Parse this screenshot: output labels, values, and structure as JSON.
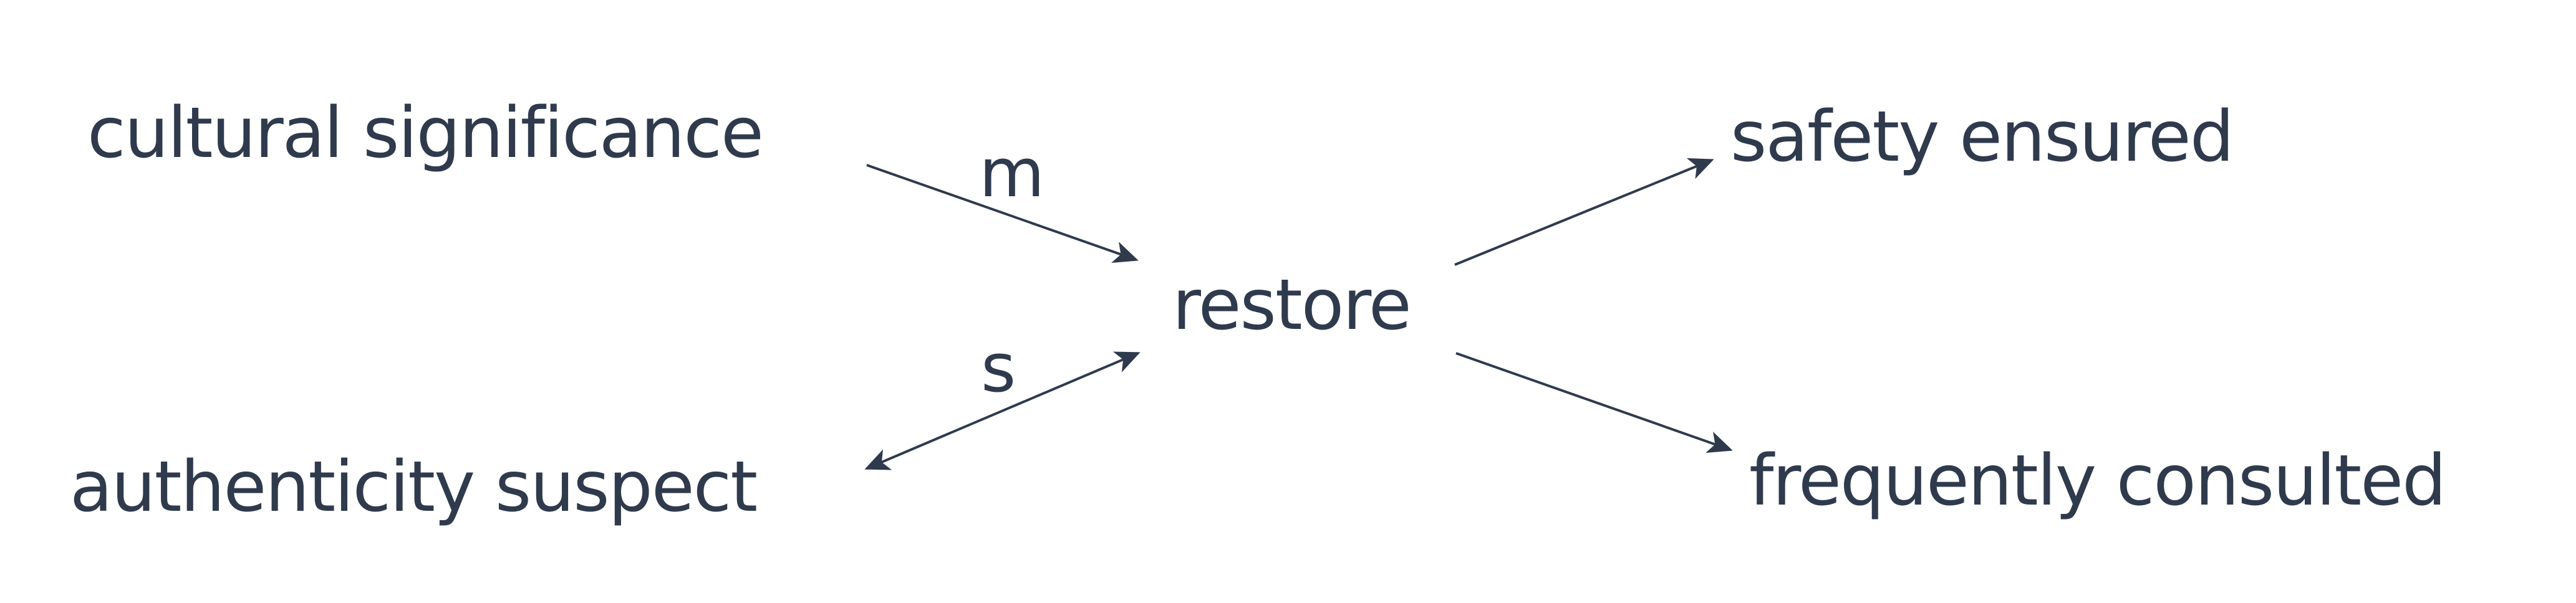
{
  "colors": {
    "text": "#2f3a4d",
    "edge": "#2f3a4d",
    "background": "#ffffff"
  },
  "nodes": {
    "cultural_significance": "cultural significance",
    "authenticity_suspect": "authenticity suspect",
    "restore": "restore",
    "safety_ensured": "safety ensured",
    "frequently_consulted": "frequently consulted"
  },
  "edges": [
    {
      "from": "cultural_significance",
      "to": "restore",
      "label": "m",
      "bidirectional": false
    },
    {
      "from": "authenticity_suspect",
      "to": "restore",
      "label": "s",
      "bidirectional": true
    },
    {
      "from": "restore",
      "to": "safety_ensured",
      "label": "",
      "bidirectional": false
    },
    {
      "from": "restore",
      "to": "frequently_consulted",
      "label": "",
      "bidirectional": false
    }
  ]
}
